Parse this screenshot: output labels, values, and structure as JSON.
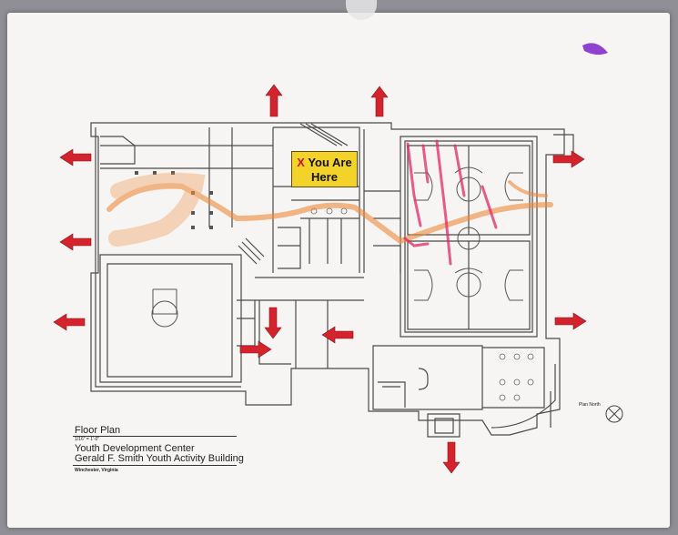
{
  "sign": {
    "mark": "X",
    "line1": "You Are",
    "line2": "Here"
  },
  "title_block": {
    "title": "Floor Plan",
    "scale": "1/16\" = 1'-0\"",
    "organization": "Youth Development Center",
    "building": "Gerald F. Smith Youth Activity Building",
    "location": "Winchester, Virginia"
  },
  "north": {
    "label": "Plan North",
    "icon": "north-arrow-circle-icon"
  },
  "colors": {
    "exit_arrow": "#d3242e",
    "sign_fill": "#f3d22a",
    "highlighter_orange": "#ee8a3c",
    "marker_pink": "#e0286a",
    "marker_purple": "#7b22c8",
    "plan_lines": "#444444"
  }
}
